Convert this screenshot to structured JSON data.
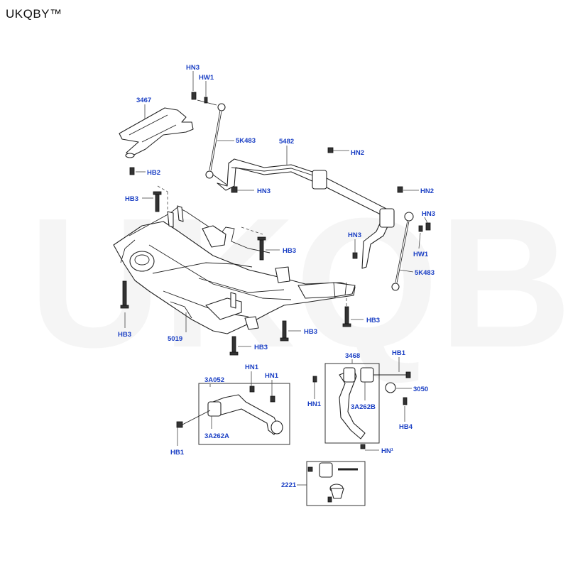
{
  "brand": "UKQBY™",
  "watermark": "UKQBY™",
  "colors": {
    "label": "#1a3fc4",
    "line": "#222222",
    "background": "#ffffff"
  },
  "callouts": {
    "hn3_top": "HN3",
    "hw1_top": "HW1",
    "p3467": "3467",
    "hb2": "HB2",
    "p5k483_left": "5K483",
    "hn3_mid": "HN3",
    "p5482": "5482",
    "hn2_a": "HN2",
    "hn2_b": "HN2",
    "hn3_right": "HN3",
    "hn3_rightlow": "HN3",
    "hw1_right": "HW1",
    "p5k483_right": "5K483",
    "hb3_a": "HB3",
    "hb3_b": "HB3",
    "hb3_c": "HB3",
    "hb3_d": "HB3",
    "hb3_e": "HB3",
    "hb3_f": "HB3",
    "p5019": "5019",
    "p3a052": "3A052",
    "hn1_a": "HN1",
    "hn1_b": "HN1",
    "p3a262a": "3A262A",
    "hb1_left": "HB1",
    "p3468": "3468",
    "hb1_right": "HB1",
    "hn1_c": "HN1",
    "p3a262b": "3A262B",
    "p3050": "3050",
    "hb4": "HB4",
    "hn1_bottom": "HN¹",
    "p2221": "2221"
  }
}
